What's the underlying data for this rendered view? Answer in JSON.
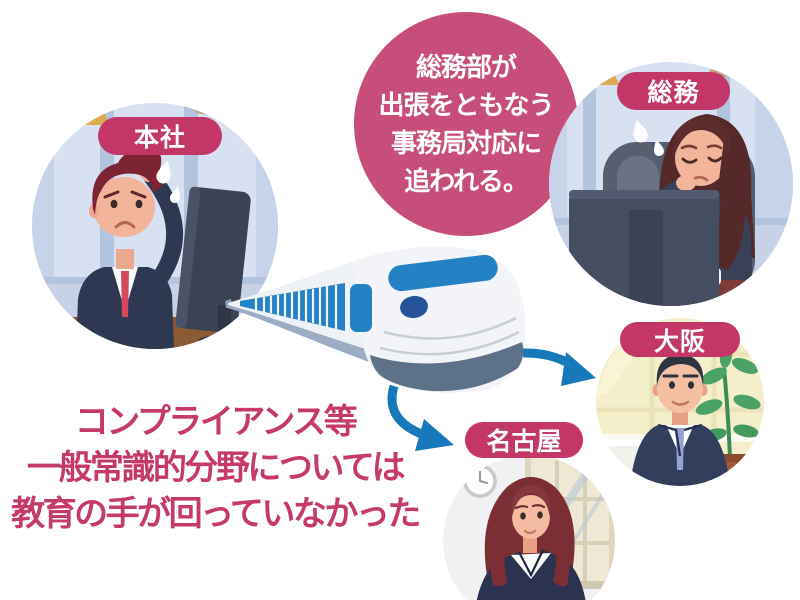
{
  "diagram": {
    "bubble": {
      "lines": [
        "総務部が",
        "出張をともなう",
        "事務局対応に",
        "追われる。"
      ],
      "bg_color": "#c74d7b",
      "text_color": "#ffffff"
    },
    "caption": {
      "lines": [
        "コンプライアンス等",
        "一般常識的分野については",
        "教育の手が回っていなかった"
      ],
      "color": "#c5396b"
    },
    "nodes": [
      {
        "id": "honsha",
        "label": "本社",
        "scene": "worried man scratching head at office monitor"
      },
      {
        "id": "soumu",
        "label": "総務",
        "scene": "tired woman resting chin on hand at office desk"
      },
      {
        "id": "osaka",
        "label": "大阪",
        "scene": "smiling businessman by window with potted plant"
      },
      {
        "id": "nagoya",
        "label": "名古屋",
        "scene": "long-haired businesswoman by office window with clock"
      }
    ],
    "label_bg_color": "#c23768",
    "label_text_color": "#ffffff",
    "arrow_color": "#1779b9",
    "train_colors": {
      "body": "#f2f4f8",
      "window_band": "#2482c4",
      "skirt": "#5d7189",
      "headlight": "#27539b"
    },
    "icons": [
      "shinkansen-train-icon",
      "curved-arrow-icon",
      "sweat-drops-icon",
      "monitor-icon",
      "wall-clock-icon",
      "potted-plant-icon"
    ]
  }
}
